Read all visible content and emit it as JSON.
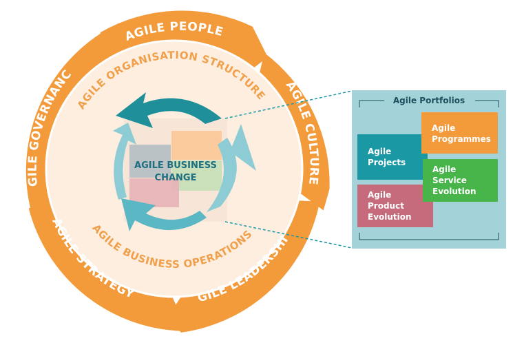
{
  "ring_segments": [
    {
      "label": "AGILE PEOPLE"
    },
    {
      "label": "AGILE CULTURE"
    },
    {
      "label": "AGILE LEADERSHIP"
    },
    {
      "label": "AGILE STRATEGY"
    },
    {
      "label": "AGILE GOVERNANCE"
    }
  ],
  "inner": {
    "top_label": "AGILE ORGANISATION STRUCTURE",
    "bottom_label": "AGILE BUSINESS OPERATIONS",
    "center_line1": "AGILE BUSINESS",
    "center_line2": "CHANGE"
  },
  "portfolios": {
    "title": "Agile Portfolios",
    "boxes": [
      {
        "lines": [
          "Agile",
          "Programmes"
        ]
      },
      {
        "lines": [
          "Agile",
          "Projects"
        ]
      },
      {
        "lines": [
          "Agile",
          "Service",
          "Evolution"
        ]
      },
      {
        "lines": [
          "Agile",
          "Product",
          "Evolution"
        ]
      }
    ]
  },
  "colors": {
    "ring": "#f39a3a",
    "inner_circle": "#fdeedf",
    "panel": "#a3d2d8",
    "teal": "#1a98a4",
    "orange": "#f39a3a",
    "green": "#47b54a",
    "pink": "#c56b7c",
    "arrow_dark": "#1f8f9a",
    "arrow_light": "#8dccd5"
  }
}
